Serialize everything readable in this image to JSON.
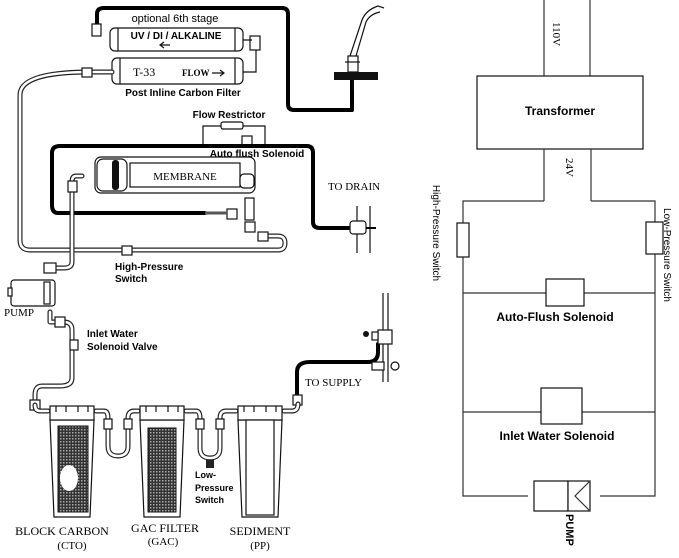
{
  "plumbing": {
    "optional_stage": "optional 6th stage",
    "uv_filter": "UV / DI / ALKALINE",
    "t33_filter": "T-33",
    "flow_label": "FLOW",
    "post_filter": "Post Inline Carbon Filter",
    "flow_restrictor": "Flow Restrictor",
    "auto_flush": "Auto flush Solenoid",
    "membrane": "MEMBRANE",
    "to_drain": "TO DRAIN",
    "high_pressure_1": "High-Pressure",
    "high_pressure_2": "Switch",
    "pump": "PUMP",
    "inlet_1": "Inlet Water",
    "inlet_2": "Solenoid Valve",
    "to_supply": "TO SUPPLY",
    "low_pressure_1": "Low-",
    "low_pressure_2": "Pressure",
    "low_pressure_3": "Switch",
    "filters": [
      {
        "name": "BLOCK CARBON",
        "code": "(CTO)"
      },
      {
        "name": "GAC FILTER",
        "code": "(GAC)"
      },
      {
        "name": "SEDIMENT",
        "code": "(PP)"
      }
    ]
  },
  "wiring": {
    "input_voltage": "110V",
    "transformer": "Transformer",
    "output_voltage": "24V",
    "high_pressure_switch": "High-Pressure Switch",
    "low_pressure_switch": "Low-Pressure Switch",
    "auto_flush_solenoid": "Auto-Flush Solenoid",
    "inlet_water_solenoid": "Inlet Water Solenoid",
    "pump": "PUMP"
  }
}
